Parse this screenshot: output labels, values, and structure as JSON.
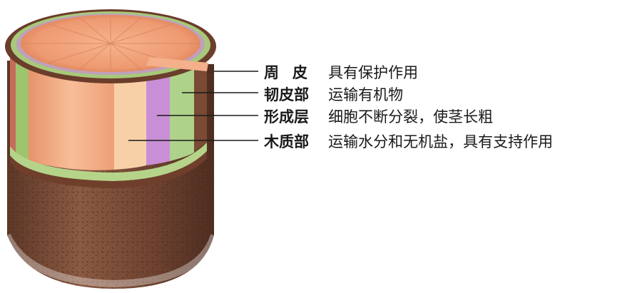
{
  "labels": [
    {
      "term": "周皮",
      "desc": "具有保护作用"
    },
    {
      "term": "韧皮部",
      "desc": "运输有机物"
    },
    {
      "term": "形成层",
      "desc": "细胞不断分裂，使茎长粗"
    },
    {
      "term": "木质部",
      "desc": "运输水分和无机盐，具有支持作用"
    }
  ],
  "colors": {
    "bark": "#7a4a34",
    "bark_dark": "#5a3424",
    "xylem": "#f2a77d",
    "xylem_light": "#f8c9a4",
    "cambium": "#c98fd6",
    "phloem": "#b9d98f",
    "rim": "#9fc46e"
  }
}
